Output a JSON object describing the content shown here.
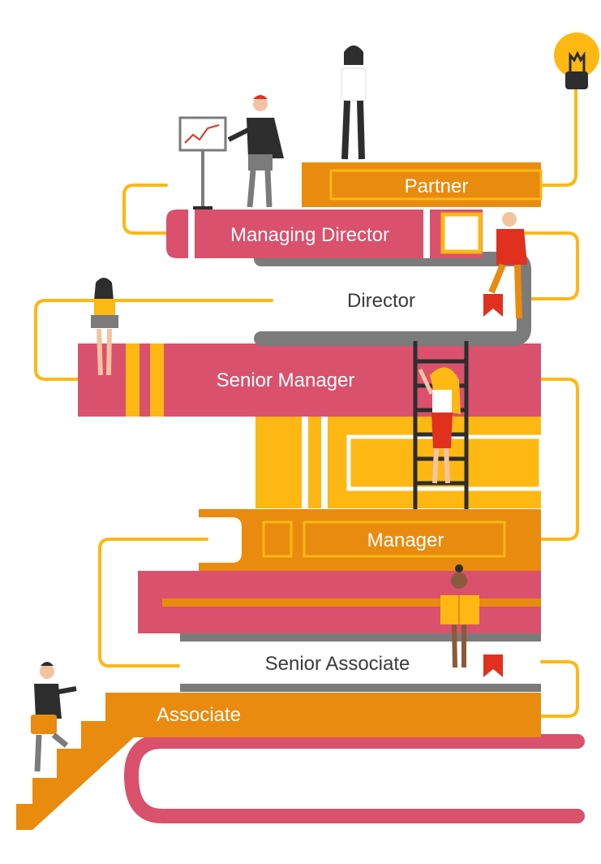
{
  "diagram": {
    "levels": {
      "partner": "Partner",
      "managing_director": "Managing Director",
      "director": "Director",
      "senior_manager": "Senior Manager",
      "manager": "Manager",
      "senior_associate": "Senior Associate",
      "associate": "Associate"
    },
    "colors": {
      "pink": "#d9516c",
      "orange": "#e98b0f",
      "yellow": "#fdb813",
      "gray": "#7b7b7b",
      "red": "#e0301e",
      "dark": "#2d2d2d"
    }
  }
}
